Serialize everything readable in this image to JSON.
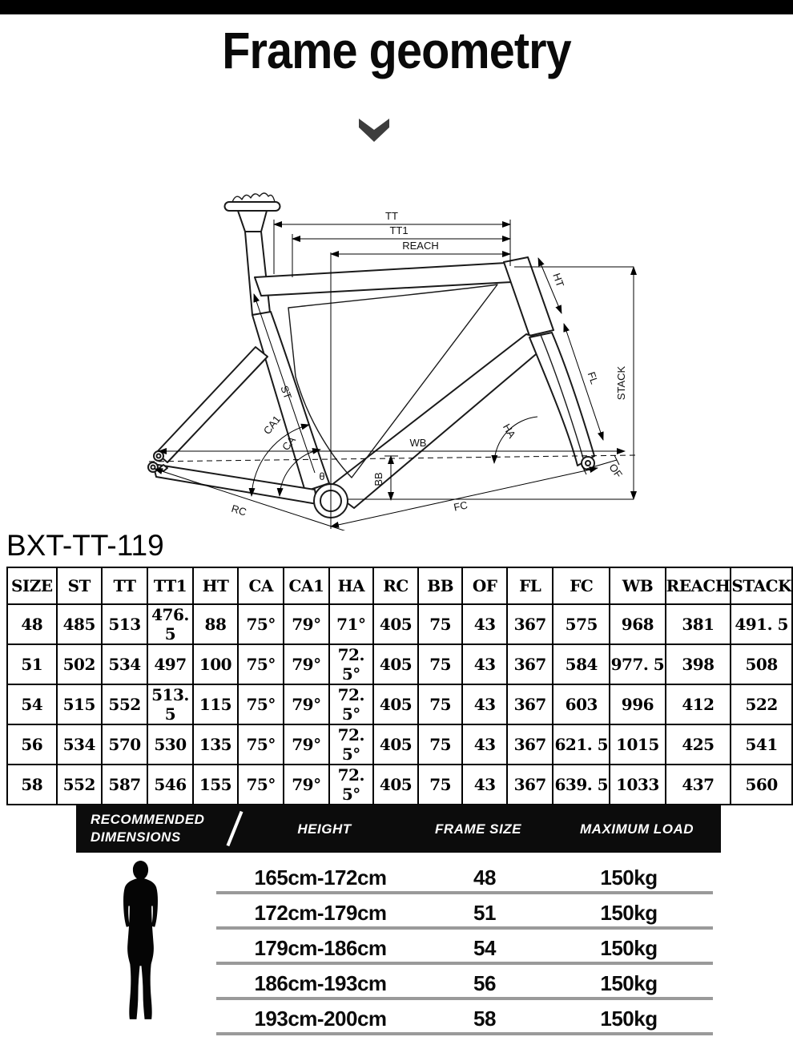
{
  "page": {
    "title": "Frame geometry",
    "model": "BXT-TT-119"
  },
  "diagram": {
    "labels": {
      "tt": "TT",
      "tt1": "TT1",
      "reach": "REACH",
      "ht": "HT",
      "st": "ST",
      "ca": "CA",
      "ca1": "CA1",
      "ha": "HA",
      "wb": "WB",
      "bb": "BB",
      "of": "OF",
      "fl": "FL",
      "fc": "FC",
      "rc": "RC",
      "stack": "STACK",
      "theta": "θ"
    }
  },
  "geometry_table": {
    "columns": [
      "SIZE",
      "ST",
      "TT",
      "TT1",
      "HT",
      "CA",
      "CA1",
      "HA",
      "RC",
      "BB",
      "OF",
      "FL",
      "FC",
      "WB",
      "REACH",
      "STACK"
    ],
    "rows": [
      [
        "48",
        "485",
        "513",
        "476. 5",
        "88",
        "75°",
        "79°",
        "71°",
        "405",
        "75",
        "43",
        "367",
        "575",
        "968",
        "381",
        "491. 5"
      ],
      [
        "51",
        "502",
        "534",
        "497",
        "100",
        "75°",
        "79°",
        "72. 5°",
        "405",
        "75",
        "43",
        "367",
        "584",
        "977. 5",
        "398",
        "508"
      ],
      [
        "54",
        "515",
        "552",
        "513. 5",
        "115",
        "75°",
        "79°",
        "72. 5°",
        "405",
        "75",
        "43",
        "367",
        "603",
        "996",
        "412",
        "522"
      ],
      [
        "56",
        "534",
        "570",
        "530",
        "135",
        "75°",
        "79°",
        "72. 5°",
        "405",
        "75",
        "43",
        "367",
        "621. 5",
        "1015",
        "425",
        "541"
      ],
      [
        "58",
        "552",
        "587",
        "546",
        "155",
        "75°",
        "79°",
        "72. 5°",
        "405",
        "75",
        "43",
        "367",
        "639. 5",
        "1033",
        "437",
        "560"
      ]
    ]
  },
  "recommended": {
    "header": {
      "title_line1": "RECOMMENDED",
      "title_line2": "DIMENSIONS",
      "col_height": "HEIGHT",
      "col_frame_size": "FRAME SIZE",
      "col_max_load": "MAXIMUM LOAD"
    },
    "rows": [
      {
        "height": "165cm-172cm",
        "frame_size": "48",
        "max_load": "150kg"
      },
      {
        "height": "172cm-179cm",
        "frame_size": "51",
        "max_load": "150kg"
      },
      {
        "height": "179cm-186cm",
        "frame_size": "54",
        "max_load": "150kg"
      },
      {
        "height": "186cm-193cm",
        "frame_size": "56",
        "max_load": "150kg"
      },
      {
        "height": "193cm-200cm",
        "frame_size": "58",
        "max_load": "150kg"
      }
    ]
  }
}
